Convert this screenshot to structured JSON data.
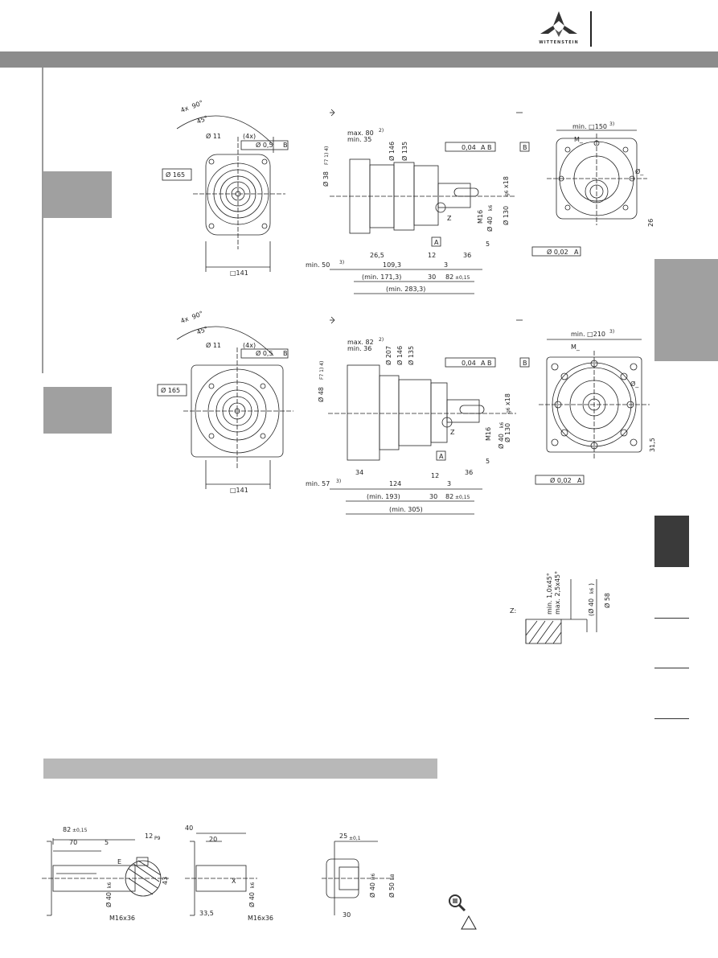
{
  "brand": {
    "logo_text": "WITTENSTEIN"
  },
  "colors": {
    "header_bar": "#8c8c8c",
    "side_block": "#a0a0a0",
    "active_tab": "#3a3a3a",
    "section_bar": "#b8b8b8"
  },
  "drawing1": {
    "front": {
      "angle1": "90°",
      "angle2": "45°",
      "count_prefix": "4x",
      "hole": "Ø 11",
      "hole_count": "(4x)",
      "position_tol": "Ø 0,5",
      "datum_b": "B",
      "circle": "Ø 165",
      "square": "□141"
    },
    "side": {
      "max_dim": "max. 80",
      "min_dim": "min. 35",
      "sup_2": "2)",
      "d146": "Ø 146",
      "d135": "Ø 135",
      "pilot": "Ø 38",
      "pilot_tol": "F7 1) 4)",
      "runout_tol": "0,04",
      "runout_ref": "A B",
      "datum_b": "B",
      "datum_a": "A",
      "d130": "Ø 130",
      "d130_tol": "g6",
      "d130_suffix": "x18",
      "d40": "Ø 40",
      "d40_tol": "k6",
      "thread": "M16",
      "z_label": "Z",
      "dim_26_5": "26,5",
      "dim_12": "12",
      "dim_36": "36",
      "dim_5": "5",
      "dim_3": "3",
      "dim_109_3": "109,3",
      "min_50": "min. 50",
      "sup_3": "3)",
      "min_171_3": "(min. 171,3)",
      "dim_30": "30",
      "dim_82": "82",
      "dim_82_tol": "±0,15",
      "min_283_3": "(min. 283,3)",
      "perp_tol": "Ø 0,02",
      "perp_ref": "A"
    },
    "rear": {
      "square": "min. □150",
      "sup_3": "3)",
      "m_label": "M_",
      "d_label": "Ø_",
      "dim_26": "26"
    }
  },
  "drawing2": {
    "front": {
      "angle1": "90°",
      "angle2": "45°",
      "count_prefix": "4x",
      "hole": "Ø 11",
      "hole_count": "(4x)",
      "position_tol": "Ø 0,5",
      "datum_b": "B",
      "circle": "Ø 165",
      "square": "□141"
    },
    "side": {
      "max_dim": "max. 82",
      "min_dim": "min. 36",
      "sup_2": "2)",
      "d207": "Ø 207",
      "d146": "Ø 146",
      "d135": "Ø 135",
      "pilot": "Ø 48",
      "pilot_tol": "F7 1) 4)",
      "runout_tol": "0,04",
      "runout_ref": "A B",
      "datum_b": "B",
      "datum_a": "A",
      "d130": "Ø 130",
      "d130_tol": "g6",
      "d130_suffix": "x18",
      "d40": "Ø 40",
      "d40_tol": "k6",
      "thread": "M16",
      "z_label": "Z",
      "dim_34": "34",
      "dim_124": "124",
      "dim_12": "12",
      "dim_36": "36",
      "dim_5": "5",
      "dim_3": "3",
      "min_57": "min. 57",
      "sup_3": "3)",
      "min_193": "(min. 193)",
      "dim_30": "30",
      "dim_82": "82",
      "dim_82_tol": "±0,15",
      "min_305": "(min. 305)",
      "perp_tol": "Ø 0,02",
      "perp_ref": "A"
    },
    "rear": {
      "square": "min. □210",
      "sup_3": "3)",
      "m_label": "M_",
      "d_label": "Ø_",
      "dim_31_5": "31,5"
    }
  },
  "detail_z": {
    "label": "Z:",
    "chamfer1": "min. 1,0x45°",
    "chamfer2": "max. 2,5x45°",
    "d40": "(Ø 40",
    "d40_tol": "k6",
    "d40_close": ")",
    "d58": "Ø 58"
  },
  "shaft_options": {
    "keyed": {
      "dim_82": "82",
      "dim_82_tol": "±0,15",
      "dim_70": "70",
      "dim_5": "5",
      "dim_12": "12",
      "dim_12_tol": "P9",
      "e_label": "E",
      "d40": "Ø 40",
      "d40_tol": "k6",
      "dim_43": "43",
      "thread": "M16x36"
    },
    "smooth": {
      "dim_40": "40",
      "dim_20": "20",
      "x_label": "X",
      "d40": "Ø 40",
      "d40_tol": "k6",
      "dim_33_5": "33,5",
      "thread": "M16x36"
    },
    "hollow": {
      "dim_25": "25",
      "dim_25_tol": "±0,1",
      "d40": "Ø 40",
      "d40_tol": "H6",
      "d50": "Ø 50",
      "d50_tol": "h8",
      "dim_30": "30"
    }
  }
}
